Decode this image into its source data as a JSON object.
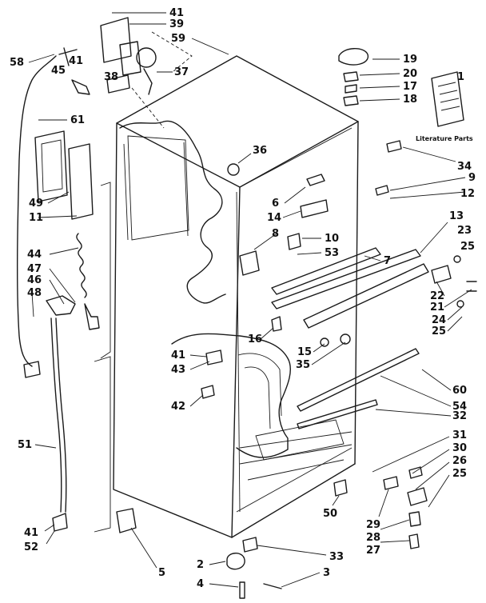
{
  "literature_label": "Literature Parts",
  "callouts": [
    {
      "id": "c41a",
      "text": "41"
    },
    {
      "id": "c39",
      "text": "39"
    },
    {
      "id": "c59",
      "text": "59"
    },
    {
      "id": "c58",
      "text": "58"
    },
    {
      "id": "c41b",
      "text": "41"
    },
    {
      "id": "c45",
      "text": "45"
    },
    {
      "id": "c38",
      "text": "38"
    },
    {
      "id": "c37",
      "text": "37"
    },
    {
      "id": "c19",
      "text": "19"
    },
    {
      "id": "c20",
      "text": "20"
    },
    {
      "id": "c17",
      "text": "17"
    },
    {
      "id": "c18",
      "text": "18"
    },
    {
      "id": "c1",
      "text": "1"
    },
    {
      "id": "c61",
      "text": "61"
    },
    {
      "id": "c36",
      "text": "36"
    },
    {
      "id": "c34",
      "text": "34"
    },
    {
      "id": "c9",
      "text": "9"
    },
    {
      "id": "c12",
      "text": "12"
    },
    {
      "id": "c6",
      "text": "6"
    },
    {
      "id": "c14",
      "text": "14"
    },
    {
      "id": "c49",
      "text": "49"
    },
    {
      "id": "c11",
      "text": "11"
    },
    {
      "id": "c13",
      "text": "13"
    },
    {
      "id": "c23",
      "text": "23"
    },
    {
      "id": "c25a",
      "text": "25"
    },
    {
      "id": "c8",
      "text": "8"
    },
    {
      "id": "c10",
      "text": "10"
    },
    {
      "id": "c53",
      "text": "53"
    },
    {
      "id": "c44",
      "text": "44"
    },
    {
      "id": "c47",
      "text": "47"
    },
    {
      "id": "c7",
      "text": "7"
    },
    {
      "id": "c46",
      "text": "46"
    },
    {
      "id": "c48",
      "text": "48"
    },
    {
      "id": "c22",
      "text": "22"
    },
    {
      "id": "c21",
      "text": "21"
    },
    {
      "id": "c24",
      "text": "24"
    },
    {
      "id": "c25b",
      "text": "25"
    },
    {
      "id": "c16",
      "text": "16"
    },
    {
      "id": "c15",
      "text": "15"
    },
    {
      "id": "c35",
      "text": "35"
    },
    {
      "id": "c41c",
      "text": "41"
    },
    {
      "id": "c43",
      "text": "43"
    },
    {
      "id": "c42",
      "text": "42"
    },
    {
      "id": "c60",
      "text": "60"
    },
    {
      "id": "c54",
      "text": "54"
    },
    {
      "id": "c32",
      "text": "32"
    },
    {
      "id": "c51",
      "text": "51"
    },
    {
      "id": "c31",
      "text": "31"
    },
    {
      "id": "c30",
      "text": "30"
    },
    {
      "id": "c26",
      "text": "26"
    },
    {
      "id": "c25c",
      "text": "25"
    },
    {
      "id": "c50",
      "text": "50"
    },
    {
      "id": "c29",
      "text": "29"
    },
    {
      "id": "c28",
      "text": "28"
    },
    {
      "id": "c27",
      "text": "27"
    },
    {
      "id": "c41d",
      "text": "41"
    },
    {
      "id": "c52",
      "text": "52"
    },
    {
      "id": "c5",
      "text": "5"
    },
    {
      "id": "c33",
      "text": "33"
    },
    {
      "id": "c2",
      "text": "2"
    },
    {
      "id": "c3",
      "text": "3"
    },
    {
      "id": "c4",
      "text": "4"
    }
  ]
}
